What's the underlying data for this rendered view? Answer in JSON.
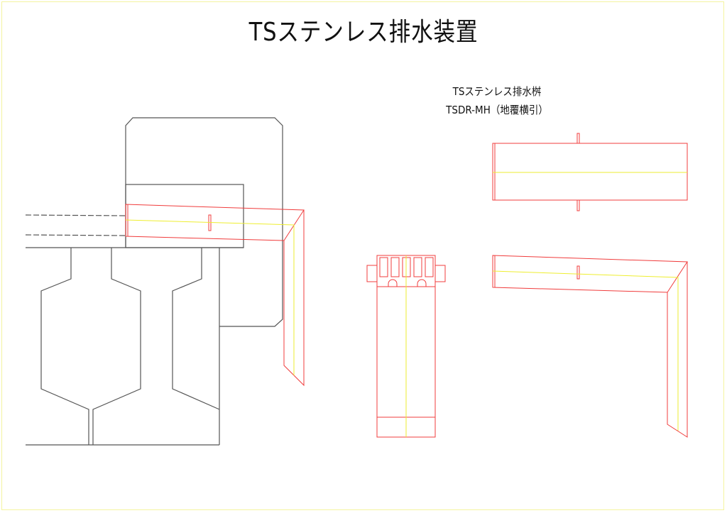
{
  "drawing": {
    "title": "TSステンレス排水装置",
    "product_name": "TSステンレス排水桝",
    "product_code": "TSDR-MH（地覆横引）",
    "colors": {
      "structure": "#555555",
      "drain": "#f03c3c",
      "centerline": "#eeee30",
      "frame": "#f4f4a0"
    }
  }
}
